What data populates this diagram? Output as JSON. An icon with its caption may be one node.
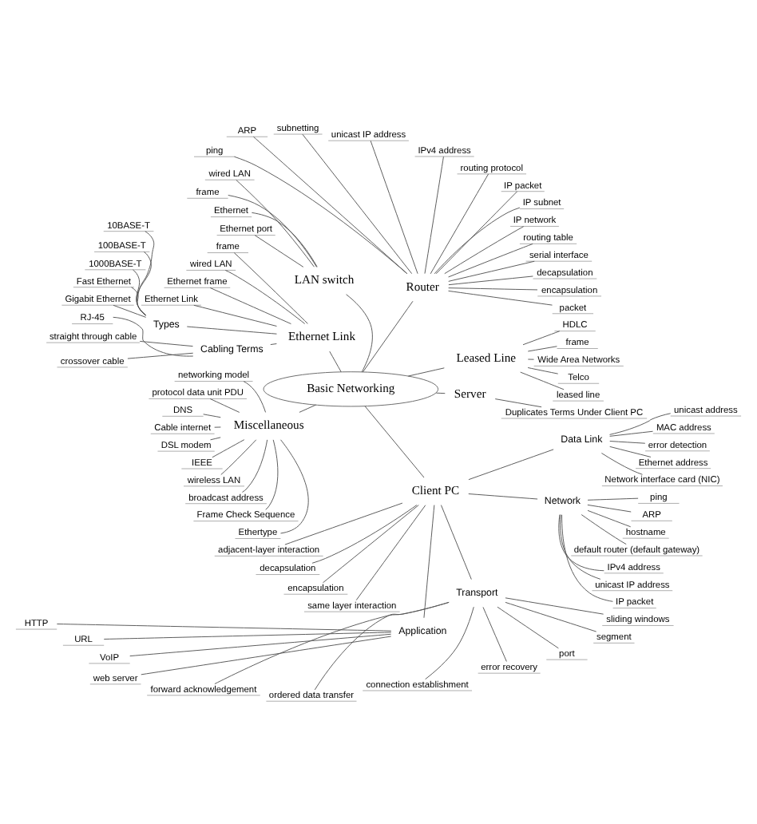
{
  "diagram": {
    "nodes": [
      {
        "text": [
          "Basic Networking"
        ]
      },
      {
        "text": [
          "Server"
        ]
      },
      {
        "text": [
          "Duplicates Terms Under Client PC"
        ]
      },
      {
        "text": [
          "Leased Line"
        ]
      },
      {
        "text": [
          "leased line"
        ]
      },
      {
        "text": [
          "Telco"
        ]
      },
      {
        "text": [
          "Wide Area Networks"
        ]
      },
      {
        "text": [
          "frame"
        ]
      },
      {
        "text": [
          "HDLC"
        ]
      },
      {
        "text": [
          "Router"
        ]
      },
      {
        "text": [
          "packet"
        ]
      },
      {
        "text": [
          "encapsulation"
        ]
      },
      {
        "text": [
          "decapsulation"
        ]
      },
      {
        "text": [
          "serial interface"
        ]
      },
      {
        "text": [
          "routing table"
        ]
      },
      {
        "text": [
          "IP network"
        ]
      },
      {
        "text": [
          "IP subnet"
        ]
      },
      {
        "text": [
          "IP packet"
        ]
      },
      {
        "text": [
          "routing protocol"
        ]
      },
      {
        "text": [
          "IPv4 address"
        ]
      },
      {
        "text": [
          "unicast IP address"
        ]
      },
      {
        "text": [
          "subnetting"
        ]
      },
      {
        "text": [
          "ARP"
        ]
      },
      {
        "text": [
          "ping"
        ]
      },
      {
        "text": [
          "LAN switch"
        ]
      },
      {
        "text": [
          "wired LAN"
        ]
      },
      {
        "text": [
          "frame"
        ]
      },
      {
        "text": [
          "Ethernet"
        ]
      },
      {
        "text": [
          "Ethernet port"
        ]
      },
      {
        "text": [
          "Ethernet Link"
        ]
      },
      {
        "text": [
          "frame"
        ]
      },
      {
        "text": [
          "wired LAN"
        ]
      },
      {
        "text": [
          "Ethernet frame"
        ]
      },
      {
        "text": [
          "Ethernet Link"
        ]
      },
      {
        "text": [
          "Types"
        ]
      },
      {
        "text": [
          "10BASE-T"
        ]
      },
      {
        "text": [
          "100BASE-T"
        ]
      },
      {
        "text": [
          "1000BASE-T"
        ]
      },
      {
        "text": [
          "Fast Ethernet"
        ]
      },
      {
        "text": [
          "Gigabit Ethernet"
        ]
      },
      {
        "text": [
          "Cabling Terms"
        ]
      },
      {
        "text": [
          "RJ-45"
        ]
      },
      {
        "text": [
          "straight through cable"
        ]
      },
      {
        "text": [
          "crossover cable"
        ]
      },
      {
        "text": [
          "Miscellaneous"
        ]
      },
      {
        "text": [
          "networking model"
        ]
      },
      {
        "text": [
          "protocol data unit PDU"
        ]
      },
      {
        "text": [
          "DNS"
        ]
      },
      {
        "text": [
          "Cable internet"
        ]
      },
      {
        "text": [
          "DSL modem"
        ]
      },
      {
        "text": [
          "IEEE"
        ]
      },
      {
        "text": [
          "wireless LAN"
        ]
      },
      {
        "text": [
          "broadcast address"
        ]
      },
      {
        "text": [
          "Frame Check Sequence"
        ]
      },
      {
        "text": [
          "Ethertype"
        ]
      },
      {
        "text": [
          "Client PC"
        ]
      },
      {
        "text": [
          "adjacent-layer interaction"
        ]
      },
      {
        "text": [
          "decapsulation"
        ]
      },
      {
        "text": [
          "encapsulation"
        ]
      },
      {
        "text": [
          "same layer interaction"
        ]
      },
      {
        "text": [
          "Application"
        ]
      },
      {
        "text": [
          "HTTP"
        ]
      },
      {
        "text": [
          "URL"
        ]
      },
      {
        "text": [
          "VoIP"
        ]
      },
      {
        "text": [
          "web server"
        ]
      },
      {
        "text": [
          "Transport"
        ]
      },
      {
        "text": [
          "forward acknowledgement"
        ]
      },
      {
        "text": [
          "ordered data transfer"
        ]
      },
      {
        "text": [
          "connection establishment"
        ]
      },
      {
        "text": [
          "error recovery"
        ]
      },
      {
        "text": [
          "port"
        ]
      },
      {
        "text": [
          "segment"
        ]
      },
      {
        "text": [
          "sliding windows"
        ]
      },
      {
        "text": [
          "Network"
        ]
      },
      {
        "text": [
          "IP packet"
        ]
      },
      {
        "text": [
          "unicast IP address"
        ]
      },
      {
        "text": [
          "IPv4 address"
        ]
      },
      {
        "text": [
          "default router (default gateway)"
        ]
      },
      {
        "text": [
          "hostname"
        ]
      },
      {
        "text": [
          "ARP"
        ]
      },
      {
        "text": [
          "ping"
        ]
      },
      {
        "text": [
          "Data Link"
        ]
      },
      {
        "text": [
          "Network interface card (NIC)"
        ]
      },
      {
        "text": [
          "Ethernet address"
        ]
      },
      {
        "text": [
          "error detection"
        ]
      },
      {
        "text": [
          "MAC address"
        ]
      },
      {
        "text": [
          "unicast address"
        ]
      }
    ],
    "edges": [
      {
        "from": 0,
        "to": 1,
        "arrow": "none"
      },
      {
        "from": 1,
        "to": 2,
        "arrow": "none"
      },
      {
        "from": 0,
        "to": 3,
        "arrow": "none"
      },
      {
        "from": 3,
        "to": 4,
        "arrow": "none"
      },
      {
        "from": 3,
        "to": 5,
        "arrow": "none"
      },
      {
        "from": 3,
        "to": 6,
        "arrow": "none"
      },
      {
        "from": 3,
        "to": 7,
        "arrow": "none"
      },
      {
        "from": 3,
        "to": 8,
        "arrow": "none"
      },
      {
        "from": 0,
        "to": 9,
        "arrow": "none"
      },
      {
        "from": 9,
        "to": 10,
        "arrow": "none"
      },
      {
        "from": 9,
        "to": 11,
        "arrow": "none"
      },
      {
        "from": 9,
        "to": 12,
        "arrow": "none"
      },
      {
        "from": 9,
        "to": 13,
        "arrow": "none"
      },
      {
        "from": 9,
        "to": 14,
        "arrow": "none"
      },
      {
        "from": 9,
        "to": 15,
        "arrow": "none"
      },
      {
        "from": 9,
        "to": 16,
        "arrow": "none"
      },
      {
        "from": 9,
        "to": 17,
        "arrow": "none"
      },
      {
        "from": 9,
        "to": 18,
        "arrow": "none"
      },
      {
        "from": 9,
        "to": 19,
        "arrow": "none"
      },
      {
        "from": 9,
        "to": 20,
        "arrow": "none"
      },
      {
        "from": 9,
        "to": 21,
        "arrow": "none"
      },
      {
        "from": 9,
        "to": 22,
        "arrow": "none"
      },
      {
        "from": 9,
        "to": 23,
        "arrow": "none"
      },
      {
        "from": 0,
        "to": 24,
        "arrow": "none"
      },
      {
        "from": 24,
        "to": 25,
        "arrow": "none"
      },
      {
        "from": 24,
        "to": 26,
        "arrow": "none"
      },
      {
        "from": 24,
        "to": 27,
        "arrow": "none"
      },
      {
        "from": 24,
        "to": 28,
        "arrow": "none"
      },
      {
        "from": 0,
        "to": 29,
        "arrow": "none"
      },
      {
        "from": 29,
        "to": 30,
        "arrow": "none"
      },
      {
        "from": 29,
        "to": 31,
        "arrow": "none"
      },
      {
        "from": 29,
        "to": 32,
        "arrow": "none"
      },
      {
        "from": 29,
        "to": 33,
        "arrow": "none"
      },
      {
        "from": 29,
        "to": 34,
        "arrow": "none"
      },
      {
        "from": 34,
        "to": 35,
        "arrow": "none"
      },
      {
        "from": 34,
        "to": 36,
        "arrow": "none"
      },
      {
        "from": 34,
        "to": 37,
        "arrow": "none"
      },
      {
        "from": 34,
        "to": 38,
        "arrow": "none"
      },
      {
        "from": 34,
        "to": 39,
        "arrow": "none"
      },
      {
        "from": 29,
        "to": 40,
        "arrow": "none"
      },
      {
        "from": 40,
        "to": 41,
        "arrow": "none"
      },
      {
        "from": 40,
        "to": 42,
        "arrow": "none"
      },
      {
        "from": 40,
        "to": 43,
        "arrow": "none"
      },
      {
        "from": 0,
        "to": 44,
        "arrow": "none"
      },
      {
        "from": 44,
        "to": 45,
        "arrow": "none"
      },
      {
        "from": 44,
        "to": 46,
        "arrow": "none"
      },
      {
        "from": 44,
        "to": 47,
        "arrow": "none"
      },
      {
        "from": 44,
        "to": 48,
        "arrow": "none"
      },
      {
        "from": 44,
        "to": 49,
        "arrow": "none"
      },
      {
        "from": 44,
        "to": 50,
        "arrow": "none"
      },
      {
        "from": 44,
        "to": 51,
        "arrow": "none"
      },
      {
        "from": 44,
        "to": 52,
        "arrow": "none"
      },
      {
        "from": 44,
        "to": 53,
        "arrow": "none"
      },
      {
        "from": 44,
        "to": 54,
        "arrow": "none"
      },
      {
        "from": 0,
        "to": 55,
        "arrow": "none"
      },
      {
        "from": 55,
        "to": 56,
        "arrow": "none"
      },
      {
        "from": 55,
        "to": 57,
        "arrow": "none"
      },
      {
        "from": 55,
        "to": 58,
        "arrow": "none"
      },
      {
        "from": 55,
        "to": 59,
        "arrow": "none"
      },
      {
        "from": 55,
        "to": 60,
        "arrow": "none"
      },
      {
        "from": 60,
        "to": 61,
        "arrow": "none"
      },
      {
        "from": 60,
        "to": 62,
        "arrow": "none"
      },
      {
        "from": 60,
        "to": 63,
        "arrow": "none"
      },
      {
        "from": 60,
        "to": 64,
        "arrow": "none"
      },
      {
        "from": 55,
        "to": 65,
        "arrow": "none"
      },
      {
        "from": 65,
        "to": 66,
        "arrow": "none"
      },
      {
        "from": 65,
        "to": 67,
        "arrow": "none"
      },
      {
        "from": 65,
        "to": 68,
        "arrow": "none"
      },
      {
        "from": 65,
        "to": 69,
        "arrow": "none"
      },
      {
        "from": 65,
        "to": 70,
        "arrow": "none"
      },
      {
        "from": 65,
        "to": 71,
        "arrow": "none"
      },
      {
        "from": 65,
        "to": 72,
        "arrow": "none"
      },
      {
        "from": 55,
        "to": 73,
        "arrow": "none"
      },
      {
        "from": 73,
        "to": 74,
        "arrow": "none"
      },
      {
        "from": 73,
        "to": 75,
        "arrow": "none"
      },
      {
        "from": 73,
        "to": 76,
        "arrow": "none"
      },
      {
        "from": 73,
        "to": 77,
        "arrow": "none"
      },
      {
        "from": 73,
        "to": 78,
        "arrow": "none"
      },
      {
        "from": 73,
        "to": 79,
        "arrow": "none"
      },
      {
        "from": 73,
        "to": 80,
        "arrow": "none"
      },
      {
        "from": 55,
        "to": 81,
        "arrow": "none"
      },
      {
        "from": 81,
        "to": 82,
        "arrow": "none"
      },
      {
        "from": 81,
        "to": 83,
        "arrow": "none"
      },
      {
        "from": 81,
        "to": 84,
        "arrow": "none"
      },
      {
        "from": 81,
        "to": 85,
        "arrow": "none"
      },
      {
        "from": 81,
        "to": 86,
        "arrow": "none"
      }
    ]
  }
}
